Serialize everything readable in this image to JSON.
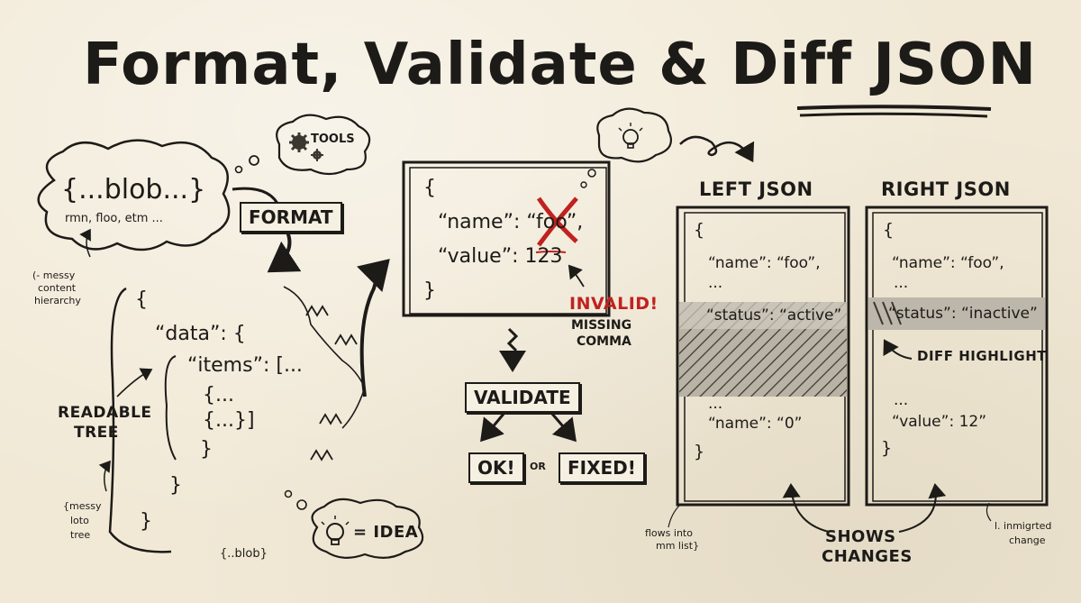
{
  "title": "Format, Validate & Diff JSON",
  "format": {
    "blob_text": "{...blob...}",
    "blob_scribble": "rmn, floo, etm ...",
    "tools_label": "TOOLS",
    "format_label": "FORMAT",
    "messy_note": [
      "(- messy",
      "content",
      "hierarchy"
    ],
    "tree_lines": [
      "{",
      "“data”: {",
      "“items”: [...",
      "{...",
      "{...}]",
      "}",
      "}",
      "}"
    ],
    "readable_label": [
      "READABLE",
      "TREE"
    ],
    "messy_tree_note": [
      "{messy",
      "loto",
      "tree"
    ],
    "bottom_blob": "{..blob}",
    "idea_label": "= IDEA"
  },
  "validate": {
    "code_lines": [
      "{",
      "“name”: “foo”,",
      "“value”: 123",
      "}"
    ],
    "invalid_label": "INVALID!",
    "missing_label": [
      "MISSING",
      "COMMA"
    ],
    "validate_label": "VALIDATE",
    "ok_label": "OK!",
    "or_label": "OR",
    "fixed_label": "FIXED!"
  },
  "diff": {
    "left_title": "LEFT JSON",
    "right_title": "RIGHT JSON",
    "left_lines": [
      "{",
      "“name”: “foo”,",
      "...",
      "“status”: “active”",
      "...",
      "“name”: “0”",
      "}"
    ],
    "right_lines": [
      "{",
      "“name”: “foo”,",
      "...",
      "“status”: “inactive”",
      "...",
      "“value”: 12”",
      "}"
    ],
    "diff_highlight_label": "DIFF HIGHLIGHT",
    "shows_changes_label": [
      "SHOWS",
      "CHANGES"
    ],
    "flows_note": [
      "flows into",
      "mm list}"
    ],
    "migrated_note": [
      "l. inmigrted",
      "change"
    ]
  },
  "colors": {
    "ink": "#1d1b18",
    "paper": "#f1e9d6",
    "error_red": "#c0221f",
    "highlight_gray": "#bdb7ab"
  }
}
